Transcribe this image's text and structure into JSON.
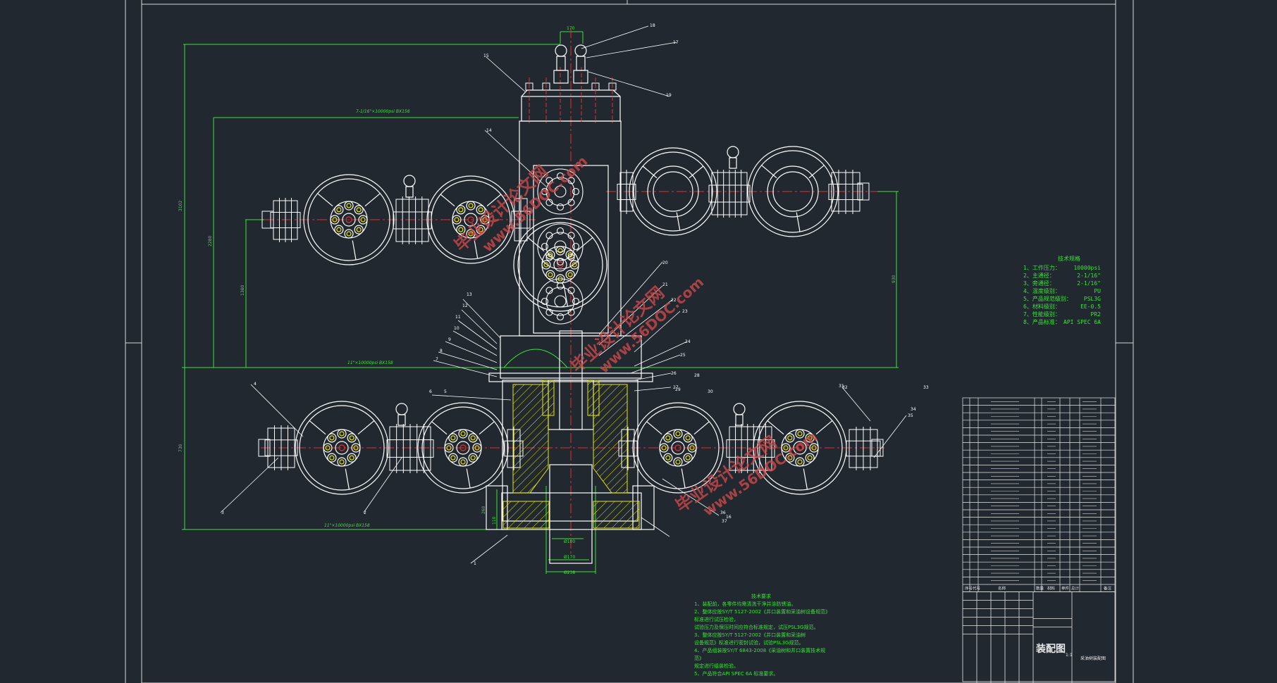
{
  "drawing": {
    "title": "装配图",
    "scale_text": "1:1",
    "subtitle": "采油树装配图"
  },
  "watermarks": [
    {
      "cn": "毕业设计论文网",
      "url": "www.56DOC.com"
    },
    {
      "cn": "毕业设计论文网",
      "url": "www.56DOC.com"
    },
    {
      "cn": "毕业设计论文网",
      "url": "www.56DOC.com"
    }
  ],
  "technical_specs": {
    "title": "技术规格",
    "items": [
      {
        "label": "1、工作压力：",
        "value": "10000psi"
      },
      {
        "label": "2、主通径：",
        "value": "2-1/16\""
      },
      {
        "label": "3、旁通径：",
        "value": "2-1/16\""
      },
      {
        "label": "4、温度级别：",
        "value": "PU"
      },
      {
        "label": "5、产品规范级别：",
        "value": "PSL3G"
      },
      {
        "label": "6、材料级别：",
        "value": "EE-0.5"
      },
      {
        "label": "7、性能级别：",
        "value": "PR2"
      },
      {
        "label": "8、产品标准：",
        "value": "API SPEC 6A"
      }
    ]
  },
  "technical_requirements": {
    "title": "技术要求",
    "items": [
      "1、装配前，各零件均需清洗干净并涂防锈油。",
      "2、整体应按SY/T 5127-2002《井口装置和采油树设备规范》标准进行试压检验，",
      "    试验压力及保压时间应符合标准规定，试压PSL3G规范。",
      "3、整体应按SY/T 5127-2002《井口装置和采油树",
      "    设备规范》标准进行密封试验，试验PSL3G规范。",
      "4、产品组装按SY/T 6843-2008《采油树和井口装置技术规范》",
      "    规定进行组装检验。",
      "5、产品符合API SPEC 6A 标准要求。"
    ]
  },
  "dimensions": {
    "top_flange": "7-1/16\"×10000psi  BX156",
    "mid_flange": "11\"×10000psi  BX158",
    "bottom_flange": "11\"×10000psi  BX158",
    "top_gap": "170",
    "overall_height": "3102",
    "height_a": "2280",
    "height_b": "1380",
    "lower_height": "730",
    "right_height": "930",
    "bore_a": "Ø100",
    "bore_b": "Ø170",
    "bore_c": "Ø238",
    "flange_h": "260",
    "flange_h2": "110"
  },
  "balloons": [
    "1",
    "2",
    "3",
    "4",
    "5",
    "6",
    "7",
    "8",
    "9",
    "10",
    "11",
    "12",
    "13",
    "14",
    "15",
    "16",
    "17",
    "18",
    "19",
    "20",
    "21",
    "22",
    "23",
    "24",
    "25",
    "26",
    "27",
    "28",
    "29",
    "30",
    "31",
    "32",
    "33",
    "34",
    "35",
    "36",
    "37"
  ],
  "bom_headers": [
    "序号",
    "代号",
    "名称",
    "数量",
    "材料",
    "单件",
    "总计",
    "备注"
  ],
  "colors": {
    "background": "#212830",
    "geometry": "#ffffff",
    "dimension": "#39e339",
    "centerline": "#e03030",
    "hatch": "#e6e600",
    "watermark": "#d04a4a"
  }
}
